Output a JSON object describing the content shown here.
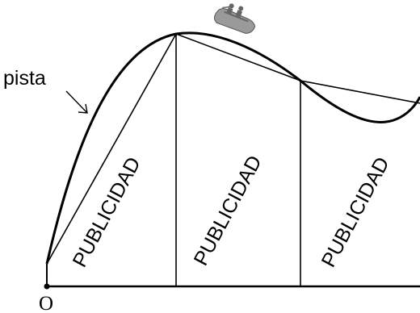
{
  "diagram": {
    "track_label": "pista",
    "origin_label": "O",
    "panels": [
      {
        "text": "PUBLICIDAD"
      },
      {
        "text": "PUBLICIDAD"
      },
      {
        "text": "PUBLICIDAD"
      }
    ],
    "colors": {
      "ink": "#000000",
      "boat_fill": "#9a9a9a",
      "boat_dark": "#666666",
      "background": "#ffffff"
    },
    "icons": {
      "vehicle": "boat-with-riders-icon",
      "pointer": "arrow-icon",
      "origin": "origin-point-icon"
    }
  }
}
